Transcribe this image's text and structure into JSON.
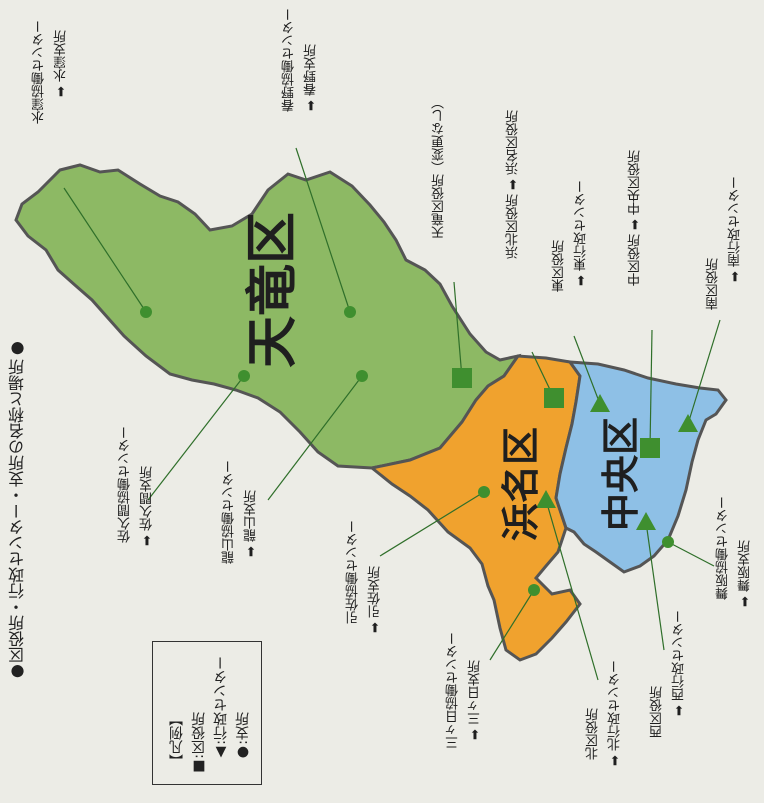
{
  "title": "●区役所・行政センター・支所の名称と場所●",
  "regions": [
    {
      "name": "天竜区",
      "color": "#8db964"
    },
    {
      "name": "浜名区",
      "color": "#f0a22e"
    },
    {
      "name": "中央区",
      "color": "#8ec0e6"
    }
  ],
  "legend": {
    "title": "【凡例】",
    "ward_office": "■:区役所",
    "admin_center": "▲:行政センター",
    "branch": "●:支所"
  },
  "labels": {
    "mizukubo": {
      "from": "水窪協働センター",
      "to": "水窪支所"
    },
    "haruno": {
      "from": "春野協働センター",
      "to": "春野支所"
    },
    "tenryu_office": {
      "from": "天竜区役所（変更なし）"
    },
    "hamakita": {
      "from": "浜北区役所",
      "to": "浜名区役所"
    },
    "higashi": {
      "from": "東区役所",
      "to": "東行政センター"
    },
    "naka": {
      "from": "中区役所",
      "to": "中央区役所"
    },
    "minami": {
      "from": "南区役所",
      "to": "南行政センター"
    },
    "sakuma": {
      "from": "佐久間協働センター",
      "to": "佐久間支所"
    },
    "tatsuyama": {
      "from": "龍山協働センター",
      "to": "龍山支所"
    },
    "inasa": {
      "from": "引佐協働センター",
      "to": "引佐支所"
    },
    "mikkabi": {
      "from": "三ヶ日協働センター",
      "to": "三ヶ日支所"
    },
    "kita": {
      "from": "北区役所",
      "to": "北行政センター"
    },
    "nishi": {
      "from": "西区役所",
      "to": "西行政センター"
    },
    "maisaka": {
      "from": "舞阪協働センター",
      "to": "舞阪支所"
    }
  },
  "arrow": "➡",
  "colors": {
    "marker": "#3f8f2f",
    "leader": "#2f6f2a",
    "outline": "#555555"
  }
}
